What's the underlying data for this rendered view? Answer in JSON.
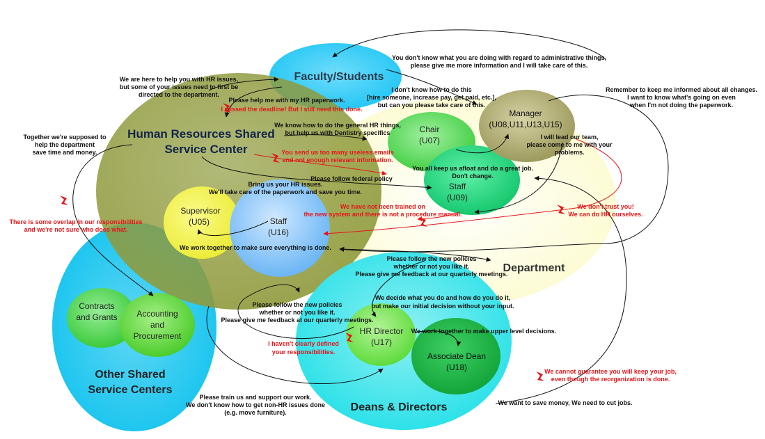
{
  "colors": {
    "hr": "#8f9a3c",
    "department": "#fdfbd0",
    "faculty": "#1ec5f4",
    "other": "#11c3ee",
    "deans": "#24e0e8",
    "supervisor": "#ecec3a",
    "staff16": "#6cb6f5",
    "chair": "#44cf44",
    "staff09": "#16c86e",
    "manager": "#9d9a5e",
    "hrdirector": "#5fdc3c",
    "assocdean": "#13a53a",
    "contracts": "#3ccb3c",
    "accounting": "#4ccd2c",
    "red": "#e3161b"
  },
  "circles": {
    "hr": [
      "Human Resources Shared",
      "Service Center"
    ],
    "faculty": "Faculty/Students",
    "department": "Department",
    "other": [
      "Other Shared",
      "Service Centers"
    ],
    "deans": "Deans & Directors",
    "supervisor": [
      "Supervisor",
      "(U05)"
    ],
    "staff16": [
      "Staff",
      "(U16)"
    ],
    "chair": [
      "Chair",
      "(U07)"
    ],
    "staff09": [
      "Staff",
      "(U09)"
    ],
    "manager": [
      "Manager",
      "(U08,U11,U13,U15)"
    ],
    "hrdirector": [
      "HR Director",
      "(U17)"
    ],
    "assocdean": [
      "Associate Dean",
      "(U18)"
    ],
    "contracts": [
      "Contracts",
      "and Grants"
    ],
    "accounting": [
      "Accounting",
      "and",
      "Procurement"
    ]
  },
  "notes": {
    "hr_help": [
      "We are here to help you with HR issues,",
      "but some of your issues need to first be",
      "directed to the department."
    ],
    "fac_admin": [
      "You don't know what you are doing with regard to administrative things,",
      "please give me more information and I will take care of this."
    ],
    "fac_paperwork": "Please help me with my HR paperwork.",
    "fac_deadline": "I missed the deadline! But I  still need this done.",
    "chair_dontknow": [
      "I don't know how to do this",
      "[hire someone, increase pay, get paid, etc.],",
      "but can you please take care of this."
    ],
    "keep_informed": [
      "Remember to keep me informed about all changes.",
      "I want to know what's going on even",
      "when I'm not doing the paperwork."
    ],
    "together": [
      "Together we're supposed to",
      "help the department",
      "save time and money."
    ],
    "dentistry": [
      "We know how to do the general HR things,",
      "but help us with Dentistry specifics"
    ],
    "lead_team": [
      "I will lead our team,",
      "please come to me with your",
      "problems."
    ],
    "useless_emails": [
      "You send us too many useless emails",
      "and not enough relevant information."
    ],
    "afloat": [
      "You all keep us afloat and do a great job.",
      "Don't change."
    ],
    "federal": "Please follow federal policy",
    "bring_issues": [
      "Bring us your HR issues.",
      "We'll take care of the paperwork and save you time."
    ],
    "not_trained": [
      "We have not been trained on",
      "the new system and there is not a procedure manual."
    ],
    "dont_trust": [
      "We don't trust you!",
      "We can do HR ourselves."
    ],
    "overlap": [
      "There is some overlap in our responsibilities",
      "and we're not sure who does what."
    ],
    "work_together": "We work together to make sure everything is done.",
    "deans_policies": [
      "Please follow the new policies",
      "whether or not you like it.",
      "Please give me feedback at our quarterly meetings."
    ],
    "hr_policies": [
      "Please follow the new policies",
      "whether or not you like it.",
      "Please give me feedback at our quarterly meetings."
    ],
    "decide": [
      "We decide what you do and how do you do it,",
      "but make our initial decision without your input."
    ],
    "upper_level": "We work together to make upper level decisions.",
    "not_defined": [
      "I haven't clearly defined",
      "your responsibilities."
    ],
    "cannot_guarantee": [
      "We cannot guarantee you will keep your job,",
      "even though the reorganization is done."
    ],
    "train_support": [
      "Please train us and support our work.",
      "We don't know how to get non-HR issues done",
      "(e.g. move furniture)."
    ],
    "save_money": "We want to save money, We need to cut jobs."
  }
}
